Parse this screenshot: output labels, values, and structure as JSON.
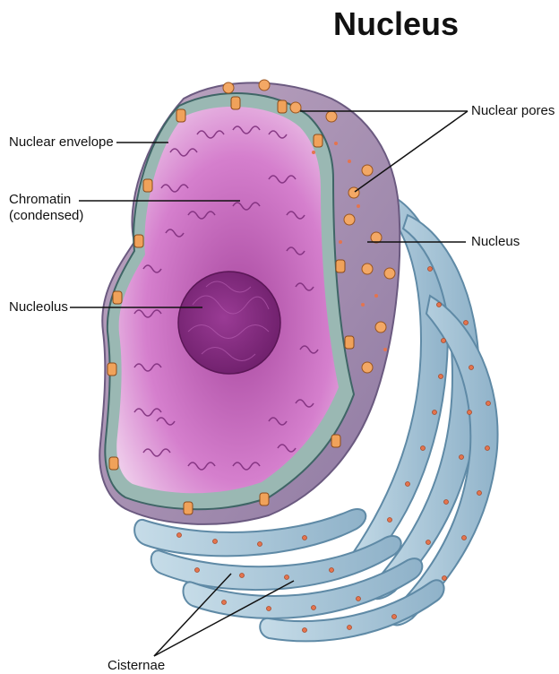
{
  "title": "Nucleus",
  "labels": {
    "nuclear_envelope": "Nuclear envelope",
    "chromatin_line1": "Chromatin",
    "chromatin_line2": "(condensed)",
    "nucleolus": "Nucleolus",
    "nuclear_pores": "Nuclear pores",
    "nucleus": "Nucleus",
    "cisternae": "Cisternae"
  },
  "colors": {
    "interior": "#c85dc0",
    "nucleolus": "#8a2b86",
    "envelope": "#8fb0ad",
    "nucleus_outer": "#a58aab",
    "er": "#a9c7d8",
    "pore": "#f0a25a",
    "ribosome": "#e4744e"
  }
}
